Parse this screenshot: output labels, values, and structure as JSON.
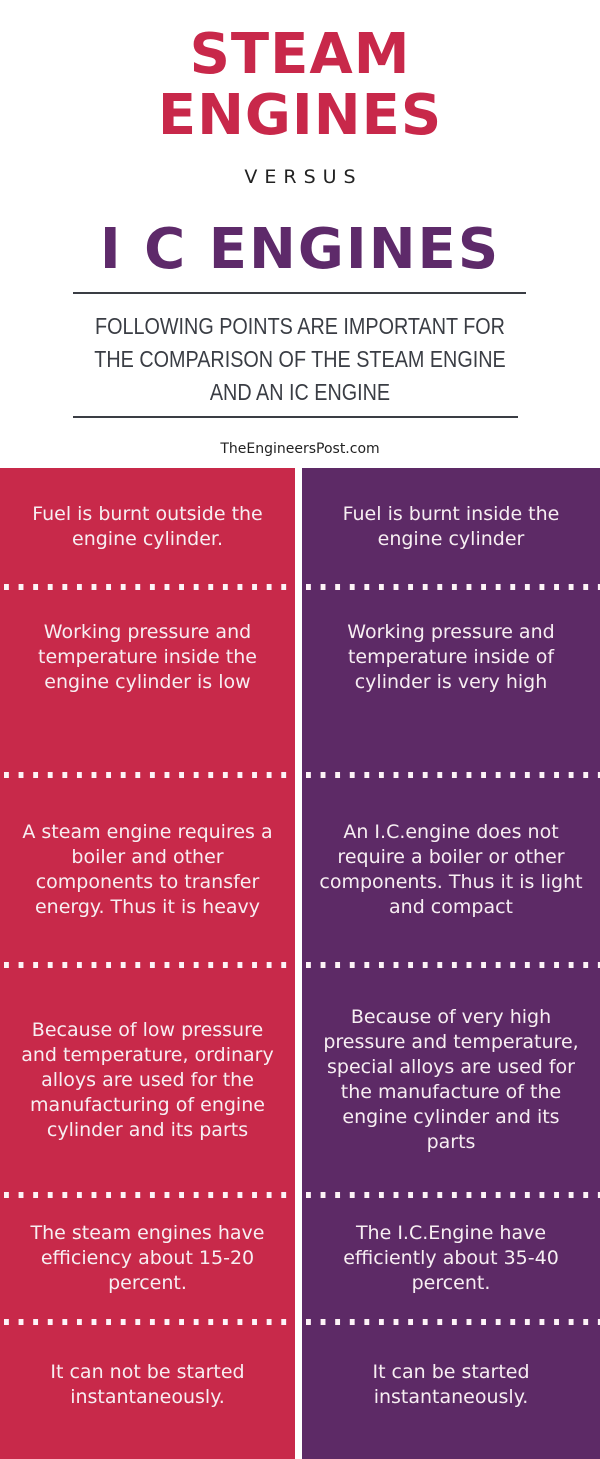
{
  "header": {
    "title_line1": "STEAM",
    "title_line2": "ENGINES",
    "versus": "VERSUS",
    "title_ic": "I C ENGINES",
    "subtitle": "FOLLOWING POINTS ARE IMPORTANT FOR THE COMPARISON OF THE STEAM ENGINE AND AN IC ENGINE",
    "site": "TheEngineersPost.com"
  },
  "colors": {
    "steam_red": "#c8294a",
    "ic_purple": "#5d2a66",
    "text_dark": "#3a3d44",
    "cell_text": "#f7eef2"
  },
  "comparison": {
    "steam": [
      "Fuel is burnt outside the engine cylinder.",
      "Working pressure and temperature inside the engine cylinder is low",
      "A steam engine requires a boiler and other components to transfer energy. Thus it is heavy",
      "Because of low pressure and temperature, ordinary alloys are used for the manufacturing of engine cylinder and its parts",
      "The steam engines have efficiency about 15-20 percent.",
      "It can not be started instantaneously."
    ],
    "ic": [
      "Fuel is burnt inside the engine cylinder",
      "Working pressure and temperature inside of cylinder is very high",
      "An I.C.engine does not require a boiler or other components. Thus it is light and compact",
      "Because of very high pressure and temperature, special alloys are used for the manufacture of the engine cylinder and its parts",
      "The I.C.Engine have efficiently about 35-40 percent.",
      "It can be started instantaneously."
    ]
  }
}
